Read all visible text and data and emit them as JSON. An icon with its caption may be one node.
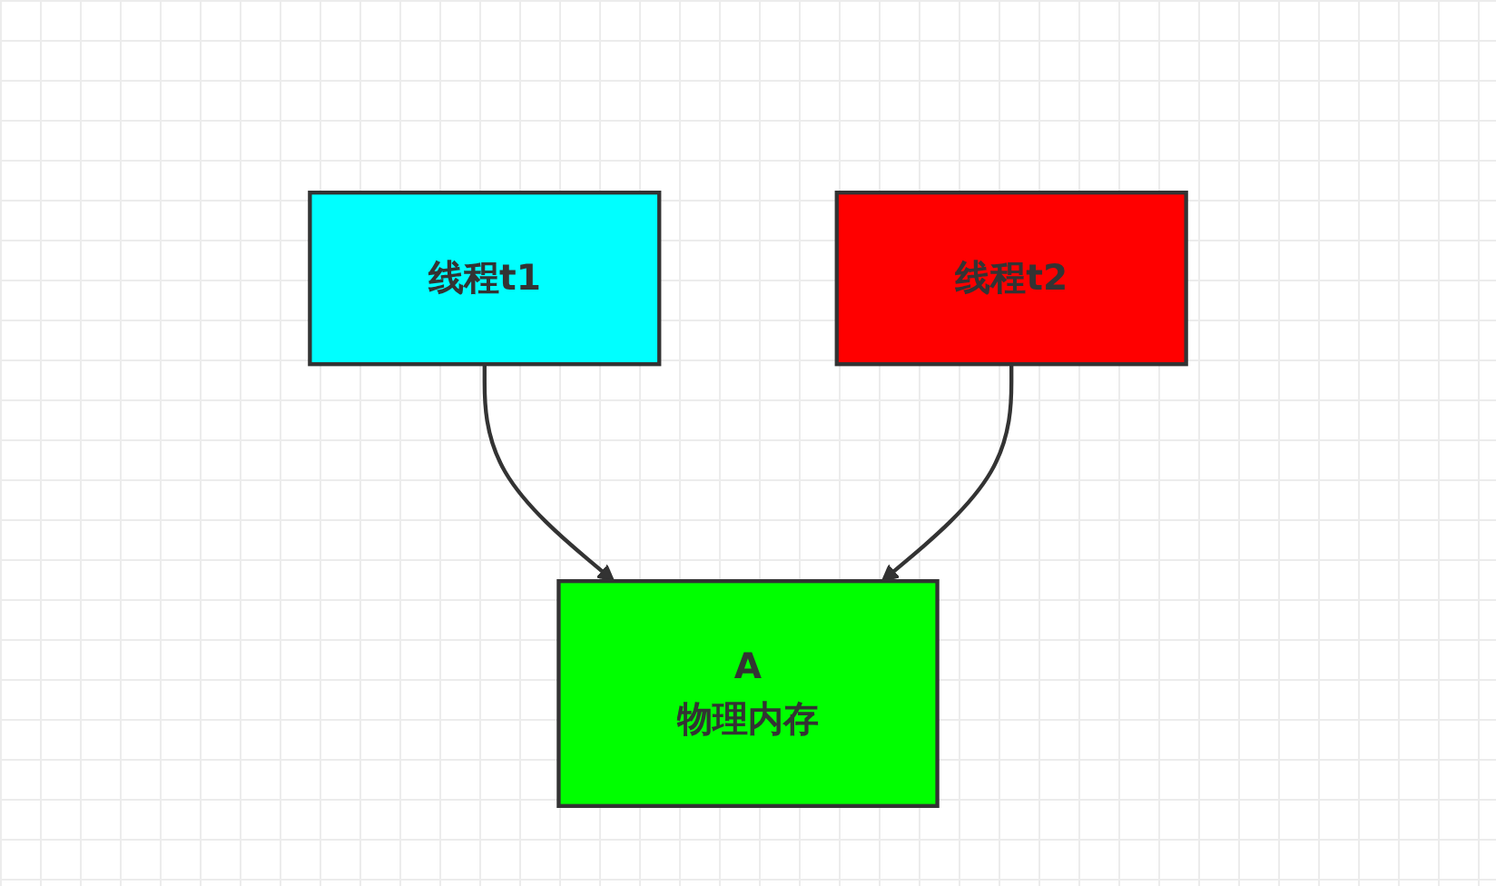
{
  "diagram": {
    "nodes": [
      {
        "text": [
          "线程t1"
        ]
      },
      {
        "text": [
          "线程t2"
        ]
      },
      {
        "text": [
          "A",
          "物理内存"
        ]
      }
    ],
    "edges": [
      {
        "from": 0,
        "to": 2,
        "arrow": "to"
      },
      {
        "from": 1,
        "to": 2,
        "arrow": "to"
      }
    ]
  }
}
